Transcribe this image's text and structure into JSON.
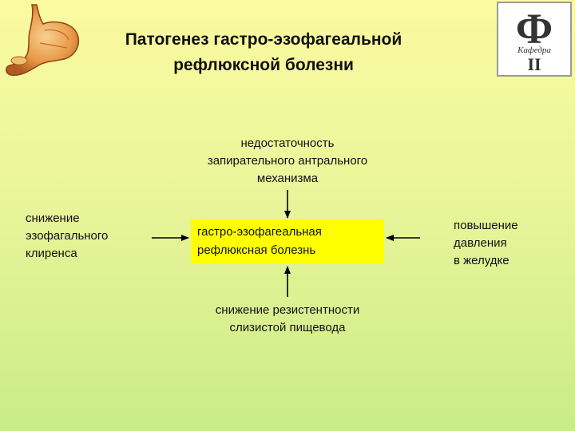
{
  "title": {
    "line1": "Патогенез гастро-эзофагеальной",
    "line2": "рефлюксной болезни"
  },
  "logo": {
    "letter": "Ф",
    "script": "Кафедра",
    "numeral": "II"
  },
  "diagram": {
    "center": {
      "line1": "гастро-эзофагеальная",
      "line2": "рефлюксная болезнь"
    },
    "top": {
      "line1": "недостаточность",
      "line2": "запирательного антрального",
      "line3": "механизма"
    },
    "left": {
      "line1": "снижение",
      "line2": "эзофагального",
      "line3": "клиренса"
    },
    "right": {
      "line1": "повышение",
      "line2": "давления",
      "line3": "в желудке"
    },
    "bottom": {
      "line1": "снижение резистентности",
      "line2": "слизистой пищевода"
    }
  },
  "colors": {
    "center_box": "#ffff00",
    "stomach": "#e8a050"
  },
  "icons": [
    "stomach-icon",
    "department-logo"
  ]
}
